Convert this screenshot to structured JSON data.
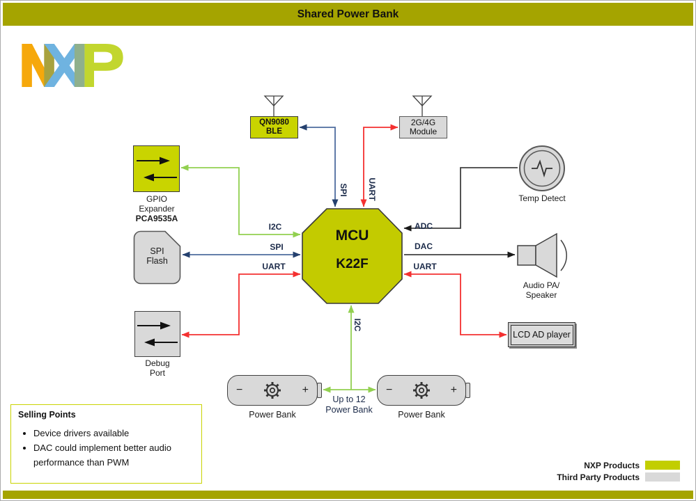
{
  "title_bar": {
    "title": "Shared Power Bank"
  },
  "colors": {
    "nxp_green": "#c9d400",
    "olive_bar": "#a5a400",
    "third_party_gray": "#d9d9d9",
    "line_red": "#f43030",
    "line_green": "#92d050",
    "line_navy": "#4e6c9e",
    "line_black": "#404040"
  },
  "blocks": {
    "qn9080": {
      "line1": "QN9080",
      "line2": "BLE"
    },
    "module2g4g": {
      "line1": "2G/4G",
      "line2": "Module"
    },
    "mcu": {
      "line1": "MCU",
      "line2": "K22F"
    },
    "gpio": {
      "label1": "GPIO",
      "label2": "Expander",
      "label3": "PCA9535A"
    },
    "spiflash": {
      "line1": "SPI",
      "line2": "Flash"
    },
    "debug": {
      "label1": "Debug",
      "label2": "Port"
    },
    "temp": {
      "label": "Temp Detect"
    },
    "audio": {
      "label1": "Audio PA/",
      "label2": "Speaker"
    },
    "lcd": {
      "label": "LCD AD player"
    },
    "pbleft": {
      "label": "Power Bank",
      "minus": "−",
      "plus": "+"
    },
    "pbright": {
      "label": "Power Bank",
      "minus": "−",
      "plus": "+"
    },
    "upto": {
      "line1": "Up to 12",
      "line2": "Power Bank"
    }
  },
  "ports": {
    "i2c_left": "I2C",
    "spi_left": "SPI",
    "uart_left": "UART",
    "adc": "ADC",
    "dac": "DAC",
    "uart_right": "UART",
    "spi_top": "SPI",
    "uart_top": "UART",
    "i2c_bottom": "I2C"
  },
  "selling": {
    "title": "Selling Points",
    "bullets": [
      "Device drivers available",
      "DAC could implement better audio performance than PWM"
    ]
  },
  "legend": {
    "nxp": "NXP Products",
    "third": "Third Party Products"
  }
}
